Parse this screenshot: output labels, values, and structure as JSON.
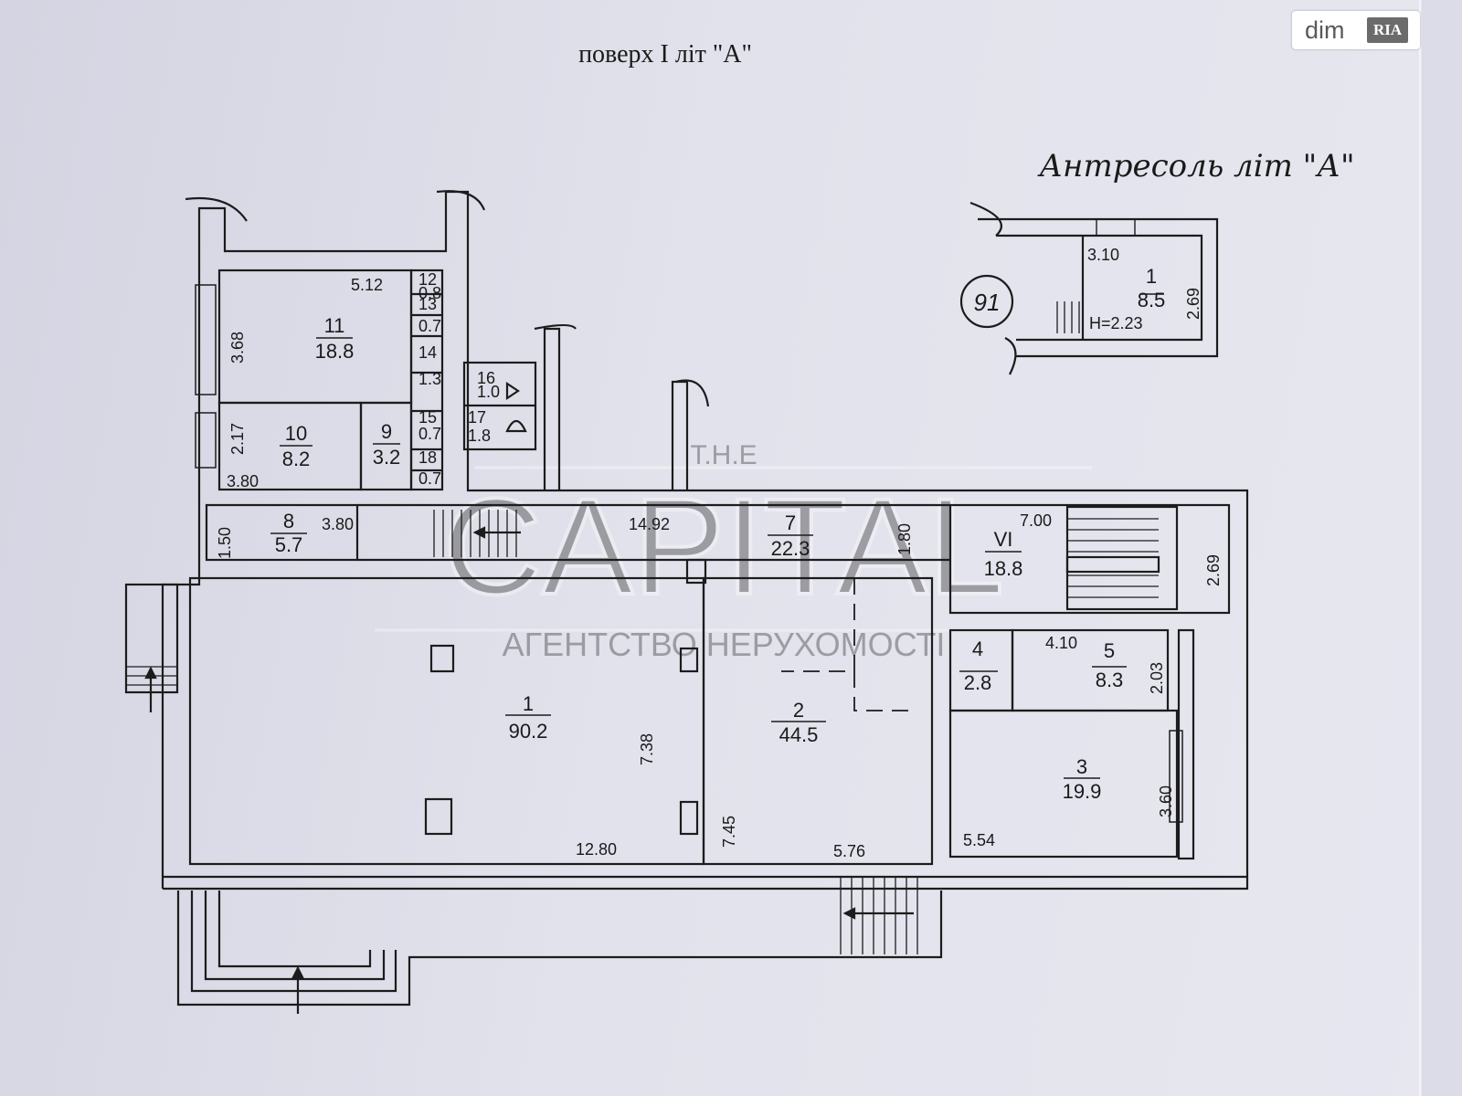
{
  "title": "поверх I  літ  \"А\"",
  "mezzanine_title": "Антресоль літ \"А\"",
  "circle_label": "91",
  "badge": {
    "dim": "dim",
    "ria": "RIA"
  },
  "watermark": {
    "top": "T.H.E",
    "main": "CAPITAL",
    "sub": "АГЕНТСТВО НЕРУХОМОСТІ"
  },
  "rooms": [
    {
      "id": "r1",
      "number": "1",
      "area": "90.2"
    },
    {
      "id": "r2",
      "number": "2",
      "area": "44.5"
    },
    {
      "id": "r3",
      "number": "3",
      "area": "19.9"
    },
    {
      "id": "r4",
      "number": "4",
      "area": "2.8"
    },
    {
      "id": "r5",
      "number": "5",
      "area": "8.3"
    },
    {
      "id": "r6",
      "number": "VI",
      "area": "18.8"
    },
    {
      "id": "r7",
      "number": "7",
      "area": "22.3"
    },
    {
      "id": "r8",
      "number": "8",
      "area": "5.7"
    },
    {
      "id": "r9",
      "number": "9",
      "area": "3.2"
    },
    {
      "id": "r10",
      "number": "10",
      "area": "8.2"
    },
    {
      "id": "r11",
      "number": "11",
      "area": "18.8"
    },
    {
      "id": "r12",
      "number": "12",
      "area": "0.8"
    },
    {
      "id": "r13",
      "number": "13",
      "area": "0.7"
    },
    {
      "id": "r14",
      "number": "14",
      "area": "1.3"
    },
    {
      "id": "r15",
      "number": "15",
      "area": "0.7"
    },
    {
      "id": "r16",
      "number": "16",
      "area": "1.0"
    },
    {
      "id": "r17",
      "number": "17",
      "area": "1.8"
    },
    {
      "id": "r18",
      "number": "18",
      "area": "0.7"
    },
    {
      "id": "m1",
      "number": "1",
      "area": "8.5"
    }
  ],
  "dimensions": [
    "5.12",
    "3.68",
    "2.17",
    "3.80",
    "1.50",
    "3.80",
    "14.92",
    "1.80",
    "7.00",
    "2.69",
    "4.10",
    "2.03",
    "7.38",
    "7.45",
    "12.80",
    "5.76",
    "5.54",
    "3.60",
    "3.10",
    "2.69",
    "H=2.23"
  ]
}
